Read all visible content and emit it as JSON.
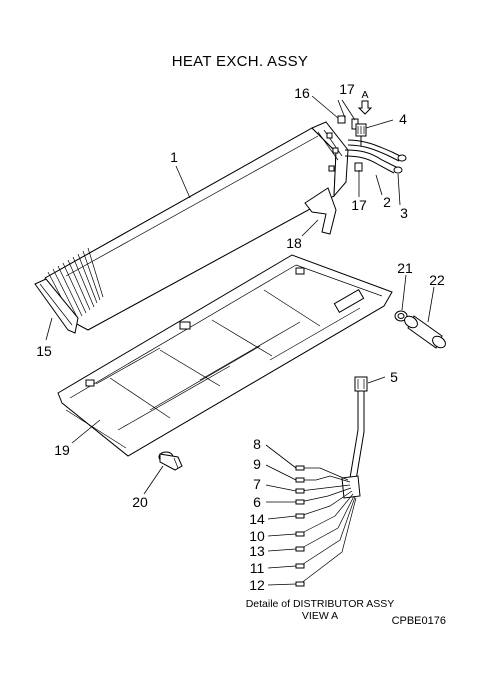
{
  "title": "HEAT EXCH. ASSY",
  "view_direction_label": "A",
  "callouts": [
    {
      "id": "c1",
      "label": "1"
    },
    {
      "id": "c2",
      "label": "2"
    },
    {
      "id": "c3",
      "label": "3"
    },
    {
      "id": "c4",
      "label": "4"
    },
    {
      "id": "c5",
      "label": "5"
    },
    {
      "id": "c6",
      "label": "6"
    },
    {
      "id": "c7",
      "label": "7"
    },
    {
      "id": "c8",
      "label": "8"
    },
    {
      "id": "c9",
      "label": "9"
    },
    {
      "id": "c10",
      "label": "10"
    },
    {
      "id": "c11",
      "label": "11"
    },
    {
      "id": "c12",
      "label": "12"
    },
    {
      "id": "c13",
      "label": "13"
    },
    {
      "id": "c14",
      "label": "14"
    },
    {
      "id": "c15",
      "label": "15"
    },
    {
      "id": "c16",
      "label": "16"
    },
    {
      "id": "c17a",
      "label": "17"
    },
    {
      "id": "c17b",
      "label": "17"
    },
    {
      "id": "c18",
      "label": "18"
    },
    {
      "id": "c19",
      "label": "19"
    },
    {
      "id": "c20",
      "label": "20"
    },
    {
      "id": "c21",
      "label": "21"
    },
    {
      "id": "c22",
      "label": "22"
    }
  ],
  "detail_caption_line1": "Detaile of DISTRIBUTOR ASSY",
  "detail_caption_line2": "VIEW A",
  "drawing_code": "CPBE0176"
}
